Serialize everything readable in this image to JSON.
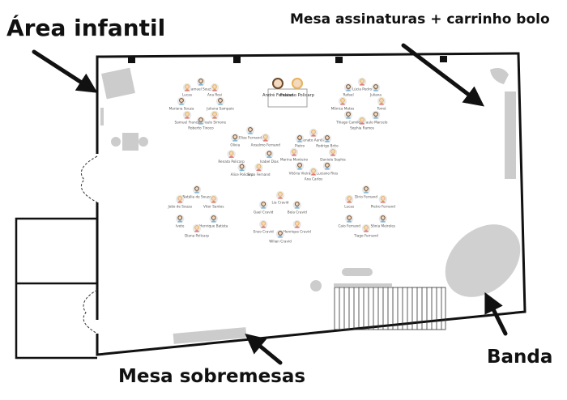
{
  "labels": {
    "area_infantil": "Área infantil",
    "mesa_assinaturas": "Mesa assinaturas + carrinho bolo",
    "banda": "Banda",
    "mesa_sobremesas": "Mesa sobremesas"
  },
  "colors": {
    "wall": "#111111",
    "furniture": "#cccccc",
    "stage": "#d0d0d0",
    "guest_ring": "#e8e8e8",
    "face": "#f3d9bf",
    "hair_dark": "#6b4a2e",
    "hair_light": "#e7b25a",
    "shirt_blue": "#7fb6d8",
    "shirt_red": "#e07a7a"
  },
  "head_table": {
    "names": [
      "André Fernand",
      "Fabiano Policarp"
    ]
  },
  "tables": [
    {
      "names": [
        "Samuel Souza",
        "Ana Rosi",
        "Juliana Sampaio",
        "Paulo Simone",
        "Roberto Tinoco",
        "Samuel Franco",
        "Mariana Souza",
        "Lucas"
      ]
    },
    {
      "names": [
        "Lúcia Pedro",
        "Juliana",
        "Tomé",
        "Paulo Marcelo",
        "Sophia Ramos",
        "Thiago Camilo",
        "Mônica Matos",
        "Rafael"
      ]
    },
    {
      "names": [
        "Eliza Fernand",
        "Anselmo Fernand",
        "Isabel Dias",
        "Enzo Fernand",
        "Alice Policarp",
        "Renato Policarp",
        "Olivia"
      ]
    },
    {
      "names": [
        "Renato Aurélio",
        "Rodrigo Brito",
        "Daniele Sophia",
        "Luciano Rios",
        "Ana Carlos",
        "Vitória Vieira",
        "Marina Monteiro",
        "Pietro"
      ]
    },
    {
      "names": [
        "Natália de Souza",
        "Vitor Santos",
        "Henrique Batista",
        "Diana Policarp",
        "Ivete",
        "João de Souza"
      ]
    },
    {
      "names": [
        "Lia Cravid",
        "Bela Cravid",
        "Henrique Cravid",
        "Wilian Cravid",
        "Enzo Cravid",
        "Gael Cravid"
      ]
    },
    {
      "names": [
        "Dirio Fernand",
        "Pietro Fernand",
        "Sônia Meireles",
        "Tiago Fernand",
        "Caio Fernand",
        "Lucas"
      ]
    }
  ]
}
